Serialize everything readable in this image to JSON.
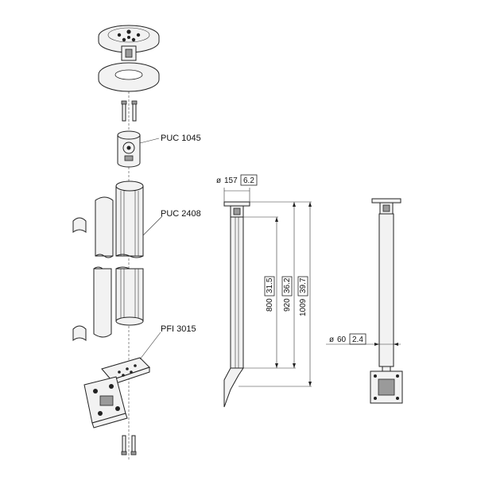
{
  "labels": {
    "puc1045": "PUC 1045",
    "puc2408": "PUC 2408",
    "pfi3015": "PFI 3015"
  },
  "dimensions": {
    "top_plate": {
      "symbol": "ø",
      "mm": "157",
      "inch": "6.2"
    },
    "tube": {
      "symbol": "ø",
      "mm": "60",
      "inch": "2.4"
    },
    "h800": {
      "mm": "800",
      "inch": "31.5"
    },
    "h920": {
      "mm": "920",
      "inch": "36.2"
    },
    "h1009": {
      "mm": "1009",
      "inch": "39.7"
    }
  }
}
